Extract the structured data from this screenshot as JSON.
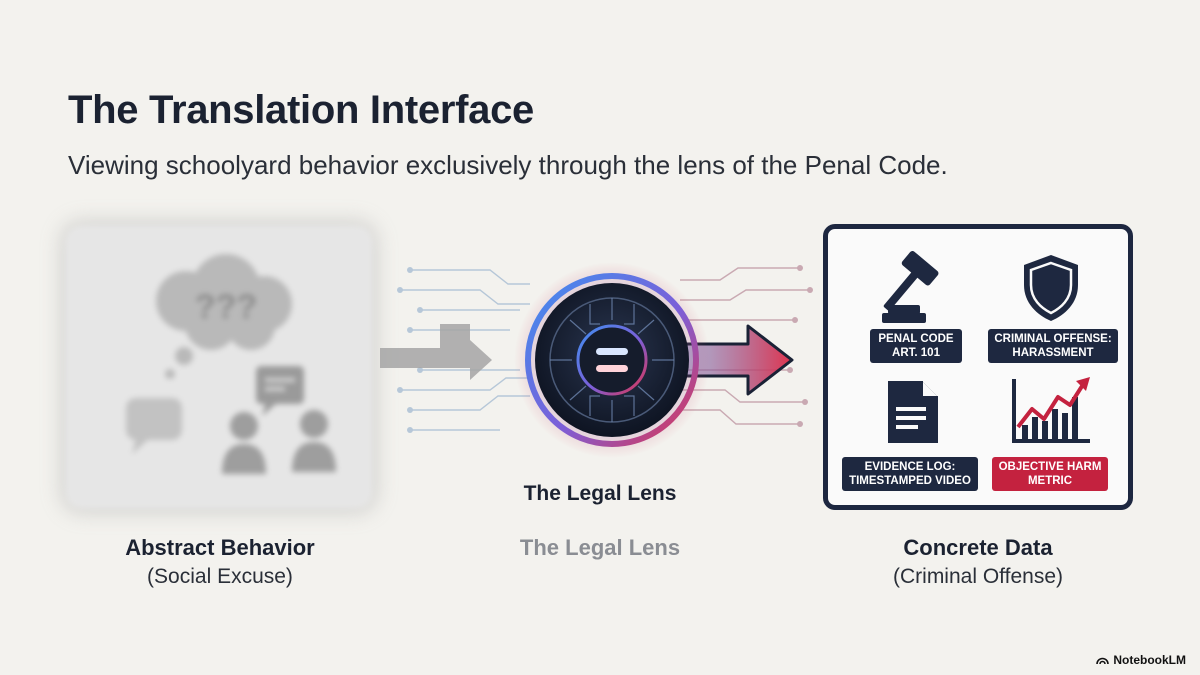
{
  "header": {
    "title": "The Translation Interface",
    "subtitle": "Viewing schoolyard behavior exclusively through the lens of the Penal Code."
  },
  "left_panel": {
    "thought_text": "???",
    "caption_title": "Abstract Behavior",
    "caption_sub": "(Social Excuse)"
  },
  "center": {
    "lens_label": "The Legal Lens",
    "lens_label_echo": "The Legal Lens",
    "glow_colors": {
      "blue": "#2f7fe0",
      "red": "#e0334e"
    }
  },
  "right_panel": {
    "caption_title": "Concrete Data",
    "caption_sub": "(Criminal Offense)",
    "items": [
      {
        "icon": "gavel-icon",
        "label_line1": "PENAL CODE",
        "label_line2": "ART. 101",
        "accent": false
      },
      {
        "icon": "shield-icon",
        "label_line1": "CRIMINAL OFFENSE:",
        "label_line2": "HARASSMENT",
        "accent": false
      },
      {
        "icon": "document-icon",
        "label_line1": "EVIDENCE LOG:",
        "label_line2": "TIMESTAMPED VIDEO",
        "accent": false
      },
      {
        "icon": "trend-chart-icon",
        "label_line1": "OBJECTIVE HARM",
        "label_line2": "METRIC",
        "accent": true
      }
    ],
    "colors": {
      "navy": "#1e2840",
      "red": "#c4223f"
    }
  },
  "brand": {
    "name": "NotebookLM"
  }
}
